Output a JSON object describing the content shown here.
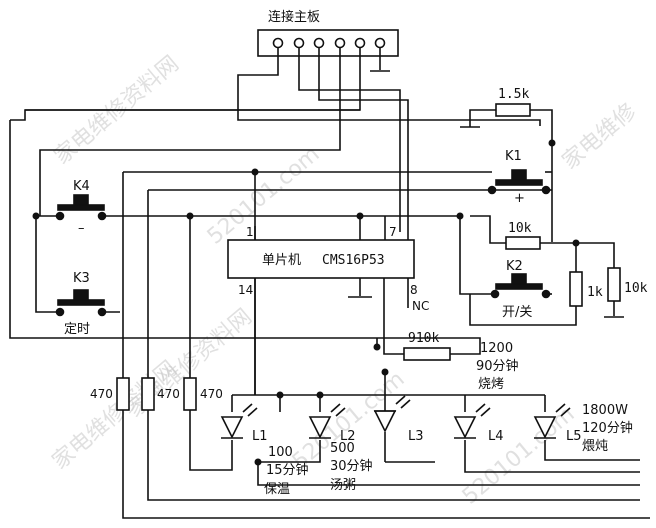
{
  "title": "连接主板",
  "ic": {
    "name": "单片机",
    "model": "CMS16P53",
    "pin_1": "1",
    "pin_7": "7",
    "pin_8": "8",
    "pin_14": "14",
    "nc": "NC"
  },
  "switches": {
    "k1": {
      "name": "K1",
      "sign": "+"
    },
    "k2": {
      "name": "K2",
      "caption": "开/关"
    },
    "k3": {
      "name": "K3",
      "caption": "定时"
    },
    "k4": {
      "name": "K4",
      "sign": "–"
    }
  },
  "resistors": {
    "r_top": "1.5k",
    "r_10k_h": "10k",
    "r_1k": "1k",
    "r_10k_v": "10k",
    "r_910k": "910k",
    "r_470_a": "470",
    "r_470_b": "470",
    "r_470_c": "470"
  },
  "leds": {
    "l1": "L1",
    "l2": "L2",
    "l3": "L3",
    "l4": "L4",
    "l5": "L5"
  },
  "modes": {
    "m1200": {
      "power": "1200",
      "time": "90分钟",
      "name": "烧烤"
    },
    "m100": {
      "power": "100",
      "time": "15分钟",
      "name": "保温"
    },
    "m500": {
      "power": "500",
      "time": "30分钟",
      "name": "汤粥"
    },
    "m1800": {
      "power": "1800W",
      "time": "120分钟",
      "name": "煨炖"
    }
  },
  "watermarks": [
    "家电维修资料网",
    "520101.com",
    "家电维修资料网",
    "520101.com",
    "家电维修",
    "家电维修资料网",
    "520101.com"
  ]
}
